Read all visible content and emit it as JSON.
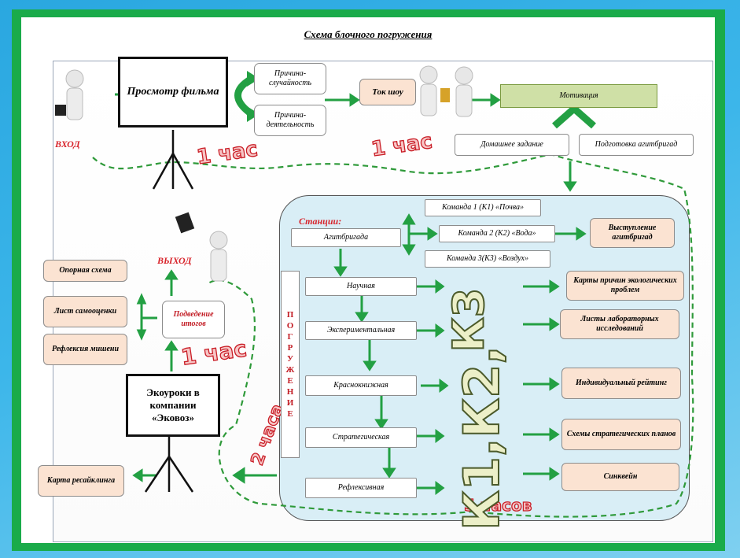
{
  "title": "Схема блочного погружения",
  "boards": {
    "film": "Просмотр фильма",
    "ecolessons": "Экоуроки в компании «Эковоз»"
  },
  "causes": [
    "Причина-случайность",
    "Причина-деятельность"
  ],
  "talk_show": "Ток шоу",
  "motivation": "Мотивация",
  "homework": "Домашнее задание",
  "agit_prep": "Подготовка агитбригад",
  "entry": "ВХОД",
  "exit": "ВЫХОД",
  "hours": {
    "h1a": "1 час",
    "h1b": "1 час",
    "h1c": "1 час",
    "h2": "2 часа",
    "h5": "5 часов"
  },
  "stations_label": "Станции:",
  "stations": [
    "Агитбригада",
    "Научная",
    "Экспериментальная",
    "Краснокнижная",
    "Стратегическая",
    "Рефлексивная"
  ],
  "teams": [
    "Команда 1 (К1) «Почва»",
    "Команда 2 (К2) «Вода»",
    "Команда 3(К3) «Воздух»"
  ],
  "agit_performance": "Выступление агитбригад",
  "immersion": [
    "П",
    "О",
    "Г",
    "Р",
    "У",
    "Ж",
    "Е",
    "Н",
    "И",
    "Е"
  ],
  "k3": "К3",
  "k12": "К1,К2,",
  "results": [
    "Карты причин экологических проблем",
    "Листы лабораторных исследований",
    "Индивидуальный рейтинг",
    "Схемы стратегических планов",
    "Синквейн"
  ],
  "summary": "Подведение итогов",
  "left_items": [
    "Опорная схема",
    "Лист самооценки",
    "Рефлексия мишени"
  ],
  "recycling_map": "Карта ресайклинга"
}
